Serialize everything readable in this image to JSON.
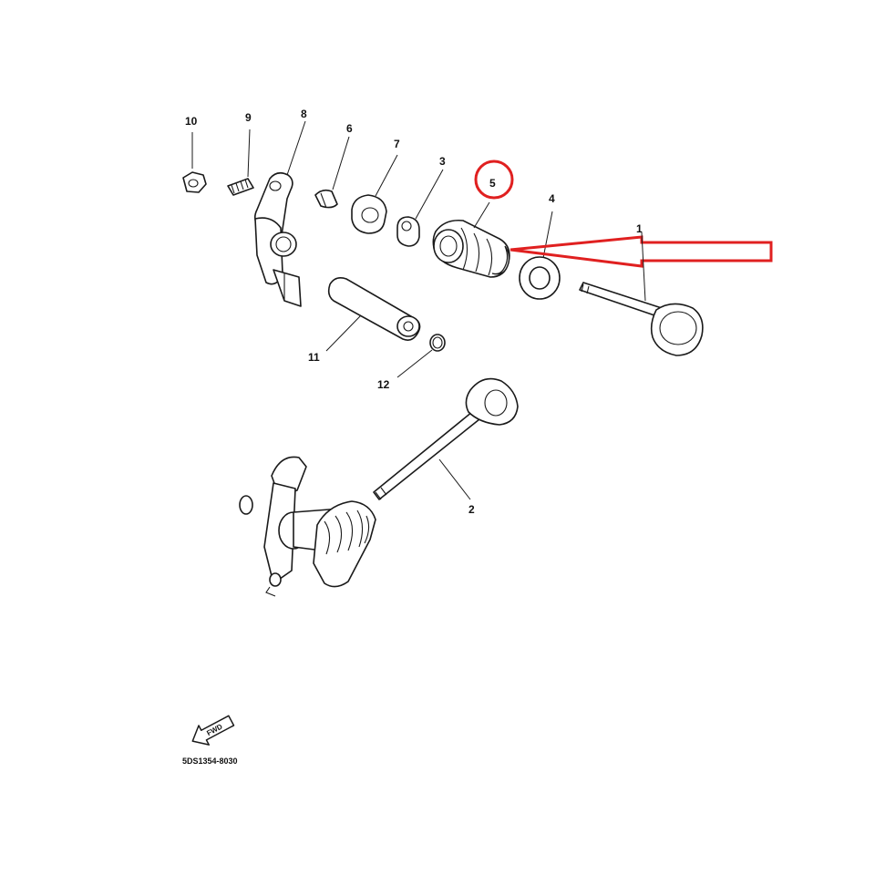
{
  "diagram": {
    "part_labels": {
      "p1": "1",
      "p2": "2",
      "p3": "3",
      "p4": "4",
      "p5": "5",
      "p6": "6",
      "p7": "7",
      "p8": "8",
      "p9": "9",
      "p10": "10",
      "p11": "11",
      "p12": "12"
    },
    "fwd_label": "FWD",
    "drawing_code": "5DS1354-8030",
    "highlight": {
      "circled_part": "5",
      "highlight_color": "#e02020"
    }
  }
}
